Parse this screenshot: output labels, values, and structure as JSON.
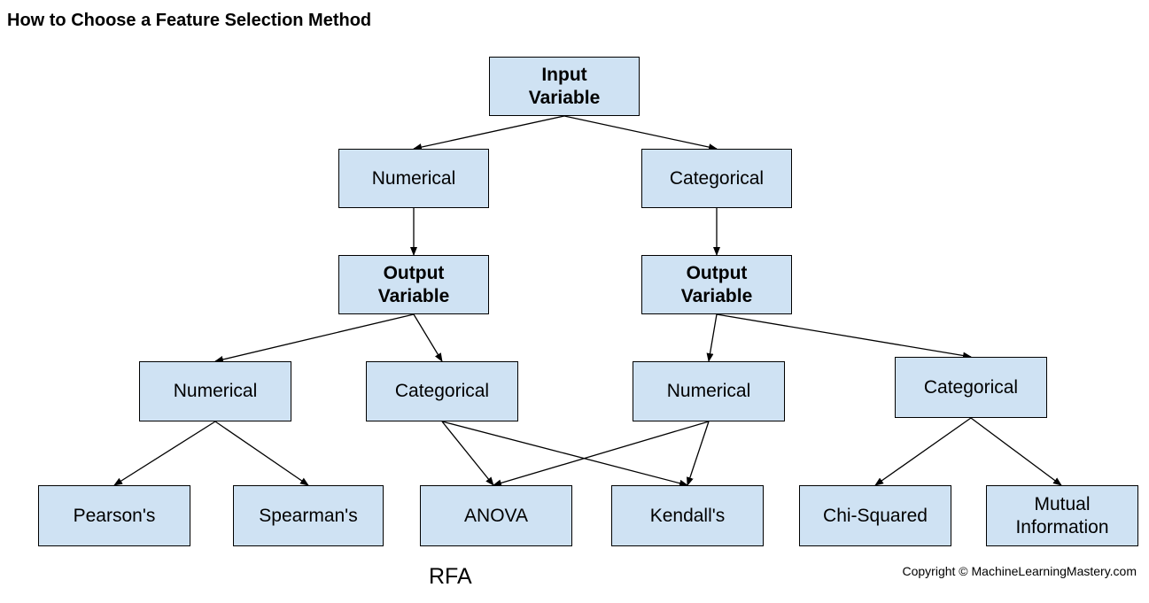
{
  "title": "How to Choose a Feature Selection Method",
  "nodes": {
    "input_variable": "Input\nVariable",
    "numerical_input": "Numerical",
    "categorical_input": "Categorical",
    "output_variable_left": "Output\nVariable",
    "output_variable_right": "Output\nVariable",
    "numerical_num_out": "Numerical",
    "categorical_num_out": "Categorical",
    "numerical_cat_out": "Numerical",
    "categorical_cat_out": "Categorical",
    "pearsons": "Pearson's",
    "spearmans": "Spearman's",
    "anova": "ANOVA",
    "kendalls": "Kendall's",
    "chi_squared": "Chi-Squared",
    "mutual_information": "Mutual\nInformation"
  },
  "footer": {
    "stray_text": "RFA",
    "copyright": "Copyright © MachineLearningMastery.com"
  },
  "colors": {
    "box_fill": "#cfe2f3",
    "box_border": "#000000",
    "edge": "#000000"
  }
}
